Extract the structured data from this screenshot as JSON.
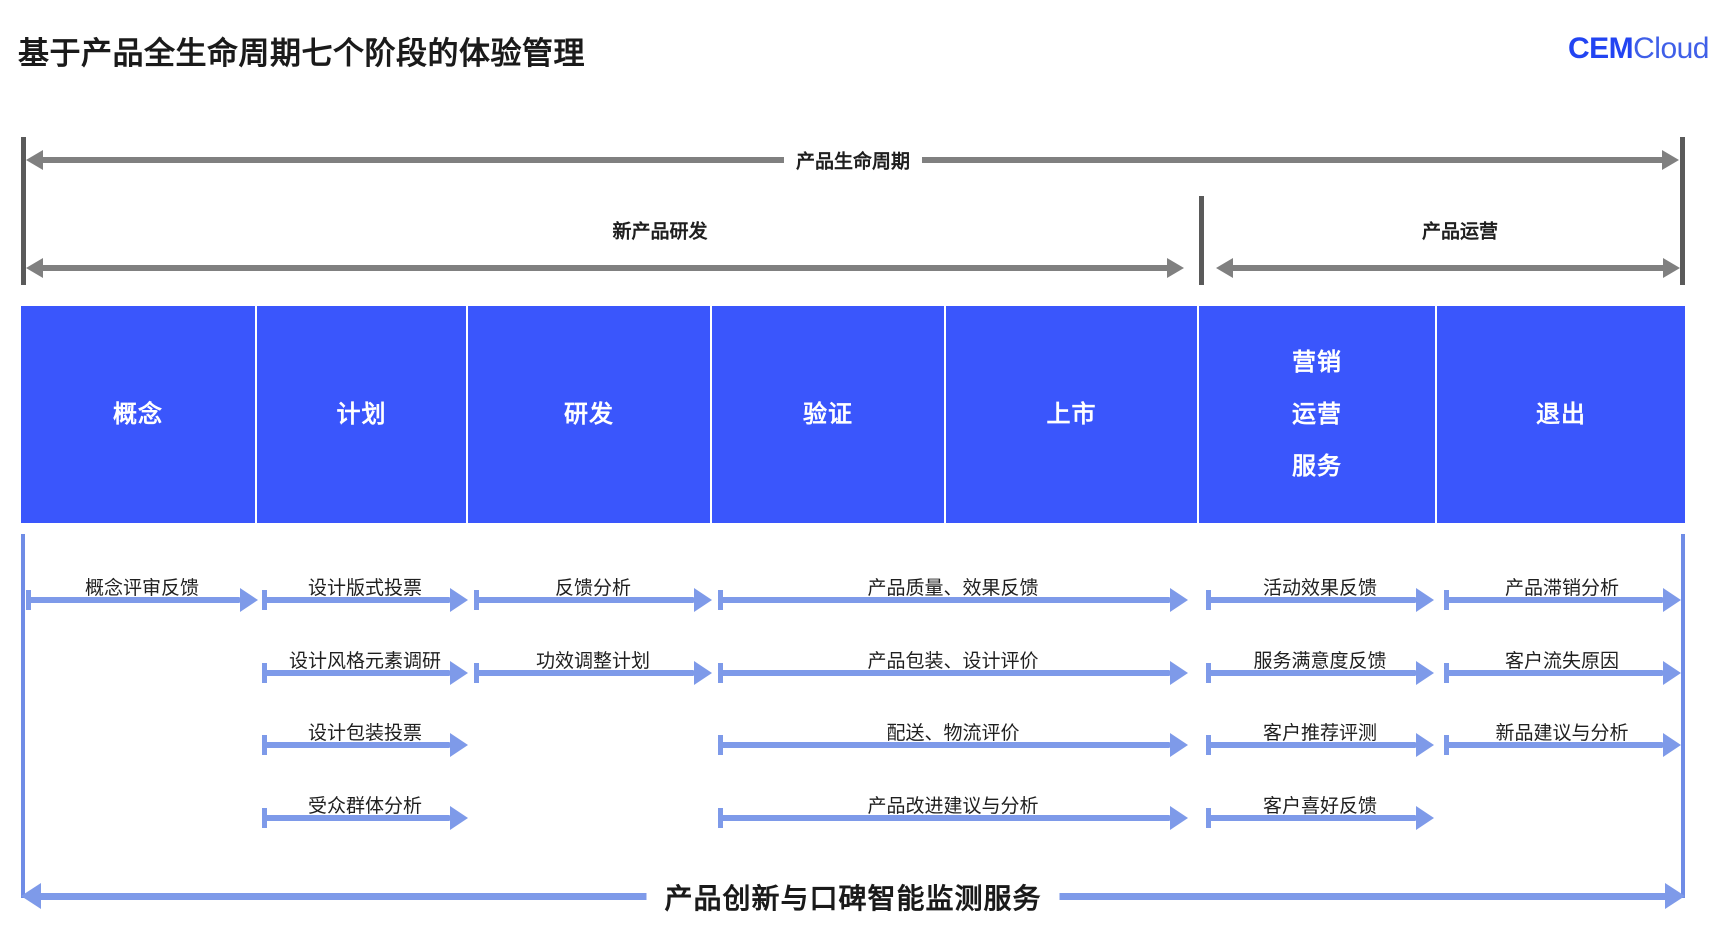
{
  "header": {
    "title": "基于产品全生命周期七个阶段的体验管理",
    "brand_strong": "CEM",
    "brand_light": "Cloud",
    "brand_color": "#2244f2"
  },
  "colors": {
    "stage_blue": "#3a56fc",
    "flow_blue": "#7e9ae9",
    "rail_gray": "#5a5a5a",
    "arrow_gray": "#808080"
  },
  "lifecycle": {
    "full_label": "产品生命周期",
    "phases": [
      {
        "label": "新产品研发"
      },
      {
        "label": "产品运营"
      }
    ]
  },
  "stages": [
    {
      "lines": [
        "概念"
      ]
    },
    {
      "lines": [
        "计划"
      ]
    },
    {
      "lines": [
        "研发"
      ]
    },
    {
      "lines": [
        "验证"
      ]
    },
    {
      "lines": [
        "上市"
      ]
    },
    {
      "lines": [
        "营销",
        "运营",
        "服务"
      ]
    },
    {
      "lines": [
        "退出"
      ]
    }
  ],
  "touchpoint_rows": [
    {
      "items": [
        {
          "label": "概念评审反馈"
        },
        {
          "label": "设计版式投票"
        },
        {
          "label": "反馈分析"
        },
        {
          "label": "产品质量、效果反馈"
        },
        {
          "label": "活动效果反馈"
        },
        {
          "label": "产品滞销分析"
        }
      ]
    },
    {
      "items": [
        {
          "label": "设计风格元素调研"
        },
        {
          "label": "功效调整计划"
        },
        {
          "label": "产品包装、设计评价"
        },
        {
          "label": "服务满意度反馈"
        },
        {
          "label": "客户流失原因"
        }
      ]
    },
    {
      "items": [
        {
          "label": "设计包装投票"
        },
        {
          "label": "配送、物流评价"
        },
        {
          "label": "客户推荐评测"
        },
        {
          "label": "新品建议与分析"
        }
      ]
    },
    {
      "items": [
        {
          "label": "受众群体分析"
        },
        {
          "label": "产品改进建议与分析"
        },
        {
          "label": "客户喜好反馈"
        }
      ]
    }
  ],
  "service_bar": {
    "label": "产品创新与口碑智能监测服务"
  }
}
